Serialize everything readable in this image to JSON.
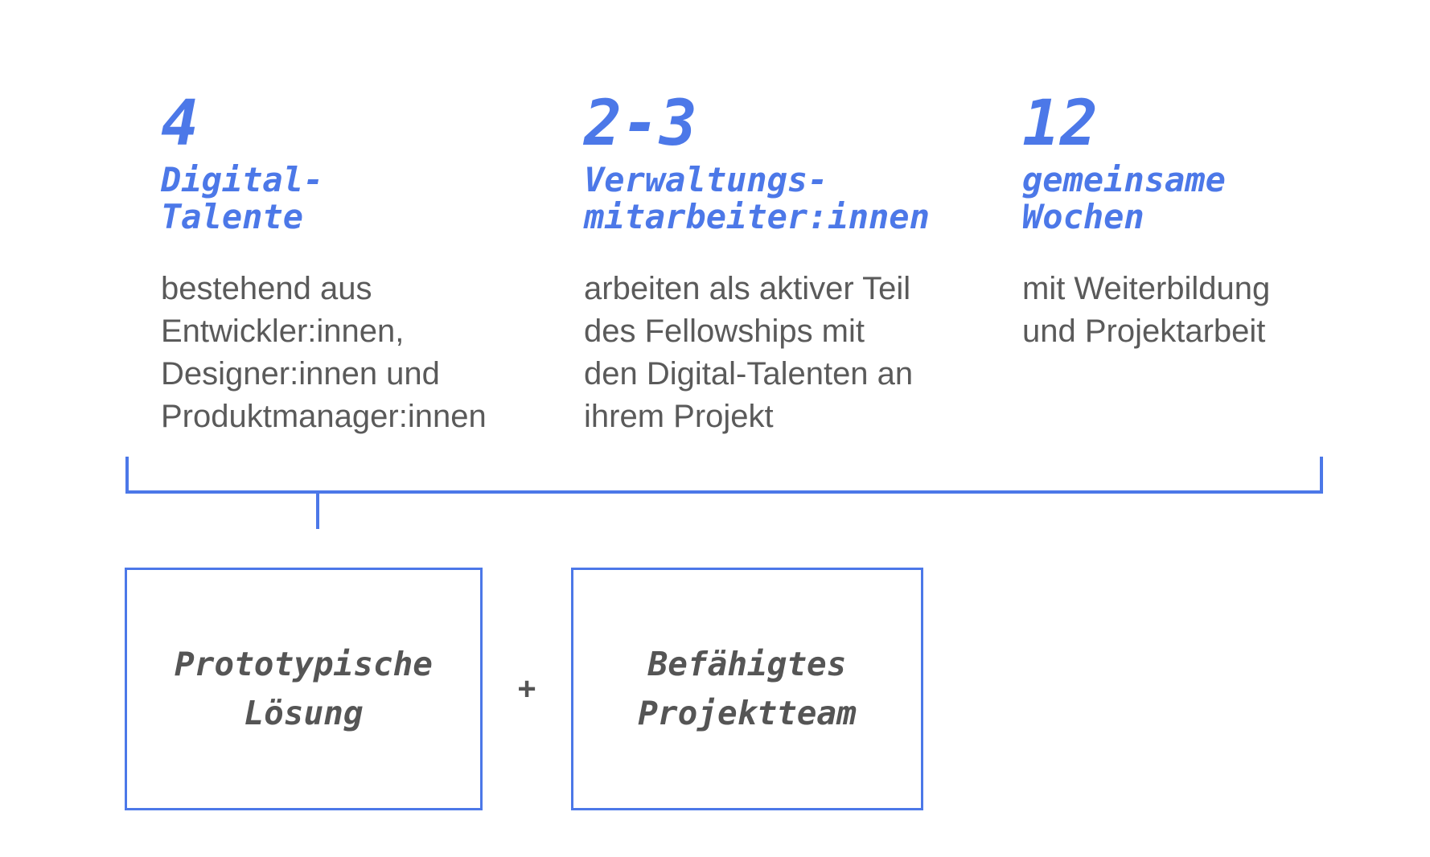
{
  "colors": {
    "accent_blue": "#4c78e8",
    "body_text_gray": "#5a5a5a",
    "box_text_gray": "#555555",
    "background": "#ffffff"
  },
  "stats": [
    {
      "number": "4",
      "heading": "Digital-\nTalente",
      "body": "bestehend aus\nEntwickler:innen,\nDesigner:innen und\nProduktmanager:innen"
    },
    {
      "number": "2-3",
      "heading": "Verwaltungs-\nmitarbeiter:innen",
      "body": "arbeiten als aktiver Teil\ndes Fellowships mit\nden Digital-Talenten an\nihrem Projekt"
    },
    {
      "number": "12",
      "heading": "gemeinsame\nWochen",
      "body": "mit Weiterbildung\nund Projektarbeit"
    }
  ],
  "results": {
    "box_left_label": "Prototypische\nLösung",
    "plus": "+",
    "box_right_label": "Befähigtes\nProjektteam"
  }
}
